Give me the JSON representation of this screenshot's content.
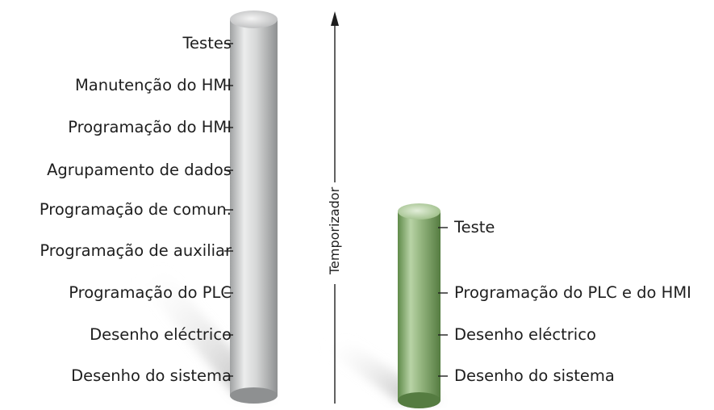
{
  "left_column": {
    "color": "#c8c9c9",
    "items": [
      "Testes",
      "Manutenção do HMI",
      "Programação do HMI",
      "Agrupamento de dados",
      "Programação de comun.",
      "Programação de auxiliar",
      "Programação do PLC",
      "Desenho eléctrico",
      "Desenho do sistema"
    ]
  },
  "axis": {
    "label": "Temporizador",
    "direction": "up"
  },
  "right_column": {
    "color": "#8fb07a",
    "items": [
      "Teste",
      "Programação do PLC e do HMI",
      "Desenho eléctrico",
      "Desenho do sistema"
    ]
  }
}
